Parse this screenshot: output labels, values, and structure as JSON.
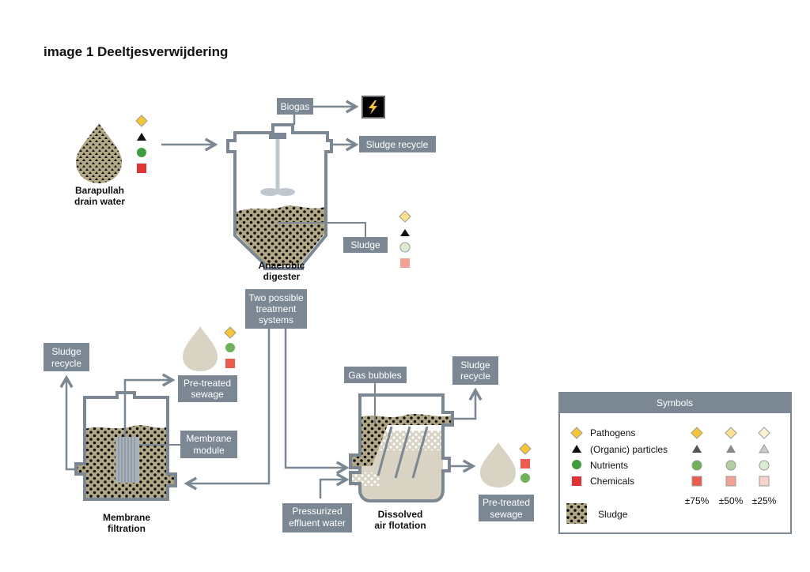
{
  "title": "image 1 Deeltjesverwijdering",
  "colors": {
    "box": "#7b8893",
    "pipe": "#7b8893",
    "sludge": "#b3a886",
    "treated": "#d9d3c4",
    "pathogen_75": "#f6c531",
    "pathogen_50": "#fbe08e",
    "pathogen_25": "#fdf2d3",
    "particle_75": "#555555",
    "particle_50": "#8a8a8a",
    "particle_25": "#c9c9c9",
    "nutrient_75": "#6fb25a",
    "nutrient_50": "#aed19d",
    "nutrient_25": "#dcecd3",
    "chemical_75": "#ee5a4e",
    "chemical_50": "#f3a192",
    "chemical_25": "#f9d2cb",
    "full_pathogen": "#f6c531",
    "full_particle": "#111111",
    "full_nutrient": "#3e9e3e",
    "full_chemical": "#e03333"
  },
  "source": {
    "label_line1": "Barapullah",
    "label_line2": "drain water"
  },
  "digester": {
    "label_line1": "Anaerobic",
    "label_line2": "digester",
    "biogas": "Biogas",
    "energy_icon": "lightning-icon",
    "sludge_recycle": "Sludge recycle",
    "sludge": "Sludge"
  },
  "branch": {
    "line1": "Two possible",
    "line2": "treatment",
    "line3": "systems"
  },
  "membrane": {
    "label_line1": "Membrane",
    "label_line2": "filtration",
    "sludge_recycle_line1": "Sludge",
    "sludge_recycle_line2": "recycle",
    "pretreated_line1": "Pre-treated",
    "pretreated_line2": "sewage",
    "module_line1": "Membrane",
    "module_line2": "module"
  },
  "daf": {
    "label_line1": "Dissolved",
    "label_line2": "air flotation",
    "gas_bubbles": "Gas bubbles",
    "sludge_recycle_line1": "Sludge",
    "sludge_recycle_line2": "recycle",
    "pressurized_line1": "Pressurized",
    "pressurized_line2": "effluent water",
    "pretreated_line1": "Pre-treated",
    "pretreated_line2": "sewage"
  },
  "legend": {
    "header": "Symbols",
    "items": [
      "Pathogens",
      "(Organic) particles",
      "Nutrients",
      "Chemicals"
    ],
    "levels": [
      "±75%",
      "±50%",
      "±25%"
    ],
    "sludge": "Sludge"
  }
}
